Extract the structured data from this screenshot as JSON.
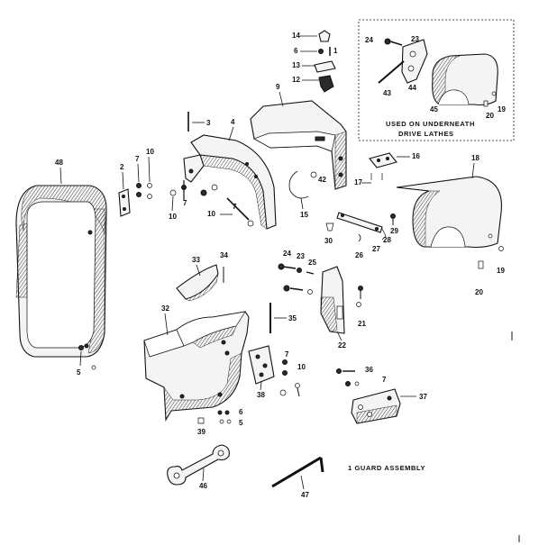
{
  "callouts": {
    "c14": "14",
    "c6a": "6",
    "c1a": "1",
    "c13": "13",
    "c12": "12",
    "c9": "9",
    "c24a": "24",
    "c23a": "23",
    "c43": "43",
    "c44": "44",
    "c45": "45",
    "c20a": "20",
    "c19a": "19",
    "c3": "3",
    "c4": "4",
    "c16": "16",
    "c18": "18",
    "c17": "17",
    "c42": "42",
    "c15": "15",
    "c48": "48",
    "c2": "2",
    "c7a": "7",
    "c10a": "10",
    "c10b": "10",
    "c7b": "7",
    "c10c": "10",
    "c7c": "7",
    "c30": "30",
    "c29": "29",
    "c28": "28",
    "c27": "27",
    "c26": "26",
    "c19b": "19",
    "c20b": "20",
    "c24b": "24",
    "c23b": "23",
    "c25": "25",
    "c33": "33",
    "c34": "34",
    "c32": "32",
    "c35": "35",
    "c21": "21",
    "c22": "22",
    "c5a": "5",
    "c7d": "7",
    "c10d": "10",
    "c36": "36",
    "c7e": "7",
    "c37": "37",
    "c38": "38",
    "c6b": "6",
    "c5b": "5",
    "c39": "39",
    "c46": "46",
    "c47": "47"
  },
  "inset_caption_line1": "USED ON UNDERNEATH",
  "inset_caption_line2": "DRIVE LATHES",
  "legend_text": "1  GUARD ASSEMBLY"
}
